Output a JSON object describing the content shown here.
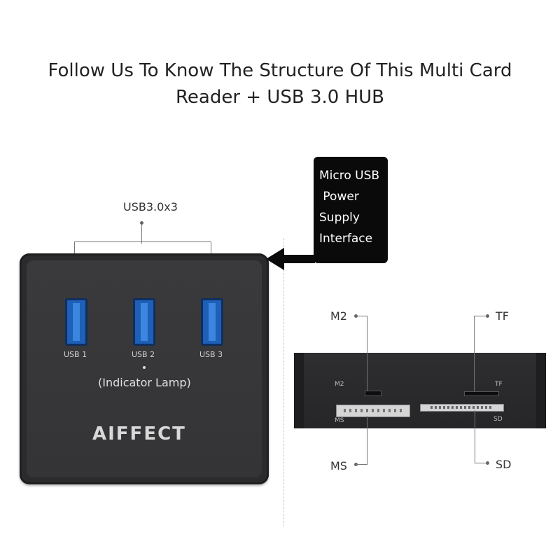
{
  "title_line1": "Follow Us To Know The Structure Of This Multi Card",
  "title_line2": "Reader + USB 3.0 HUB",
  "usb_label": "USB3.0x3",
  "ports": [
    "USB 1",
    "USB 2",
    "USB 3"
  ],
  "indicator_label": "(Indicator Lamp)",
  "brand": "AIFFECT",
  "callout_lines": [
    "Micro USB",
    " Power",
    "Supply",
    "Interface"
  ],
  "slots": {
    "m2": "M2",
    "tf": "TF",
    "ms": "MS",
    "sd": "SD"
  },
  "colors": {
    "port_blue": "#1e5fb8",
    "device_body": "#2b2b2d",
    "callout_bg": "#0a0a0a"
  }
}
